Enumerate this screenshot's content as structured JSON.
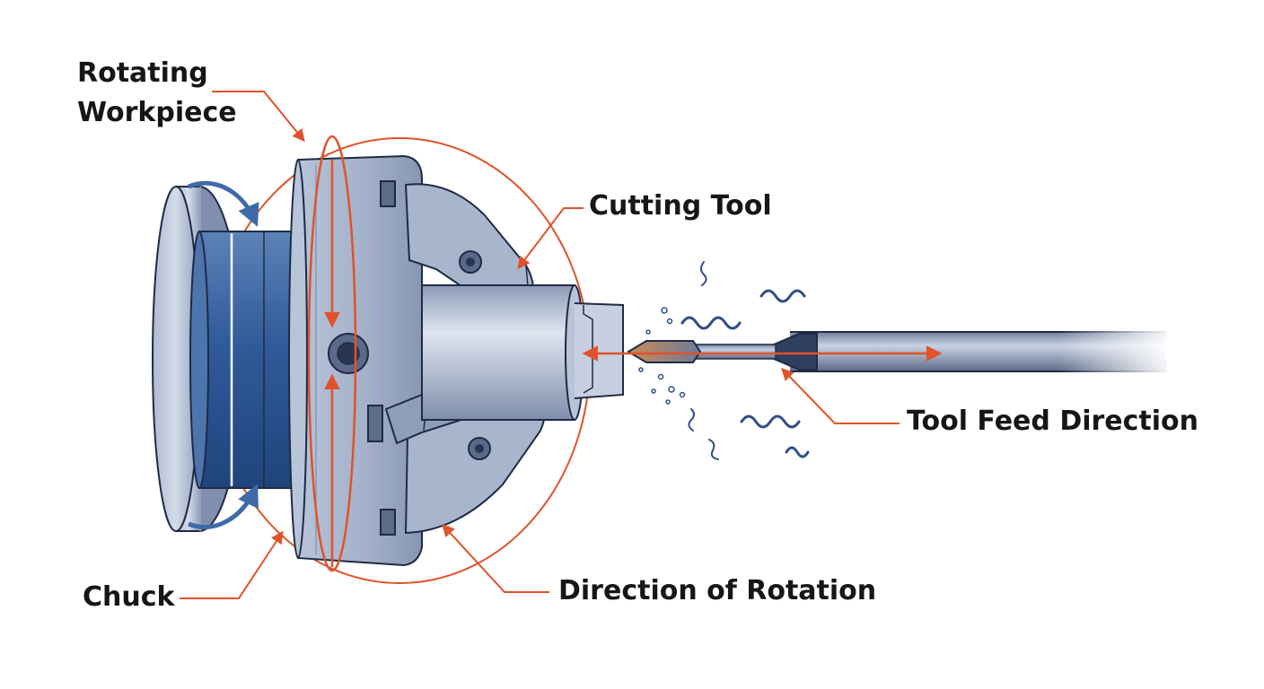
{
  "labels": {
    "rotating_workpiece": [
      "Rotating",
      "Workpiece"
    ],
    "cutting_tool": "Cutting Tool",
    "tool_feed_direction": "Tool Feed Direction",
    "chuck": "Chuck",
    "direction_of_rotation": "Direction of Rotation"
  },
  "colors": {
    "annotation": "#e0532a",
    "rotation_arrow_blue": "#3f6aa8",
    "steel_light": "#c9d3e3",
    "steel_mid": "#9aa9c2",
    "steel_dark": "#4a5a78",
    "spindle_blue": "#3e66a0",
    "outline": "#1f2b45",
    "chip_blue": "#2f4f86"
  }
}
